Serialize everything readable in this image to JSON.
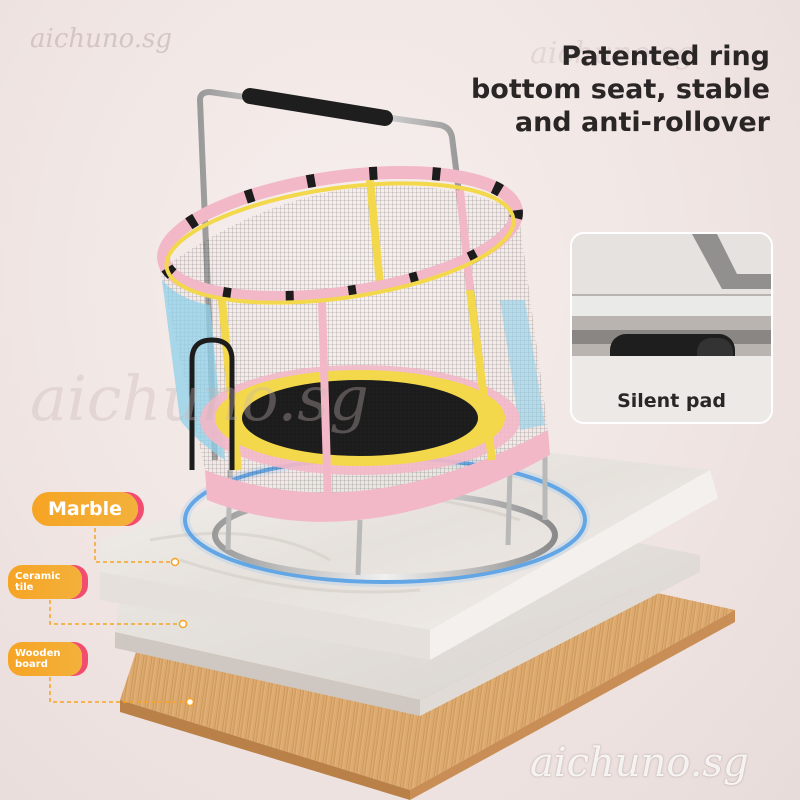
{
  "watermark": "aichuno.sg",
  "headline": {
    "line1": "Patented ring",
    "line2": "bottom seat, stable",
    "line3": "and anti-rollover"
  },
  "inset": {
    "label": "Silent pad"
  },
  "labels": {
    "marble": "Marble",
    "ceramic_line1": "Ceramic",
    "ceramic_line2": "tile",
    "wooden_line1": "Wooden",
    "wooden_line2": "board"
  },
  "colors": {
    "frame_pink": "#f3b8c8",
    "frame_yellow": "#f2d84a",
    "frame_blue": "#8fd0ea",
    "mat": "#1c1c1c",
    "tag_orange": "#f6a424",
    "tag_red": "#f24d6e",
    "glow_ring": "#3b8fe0"
  }
}
